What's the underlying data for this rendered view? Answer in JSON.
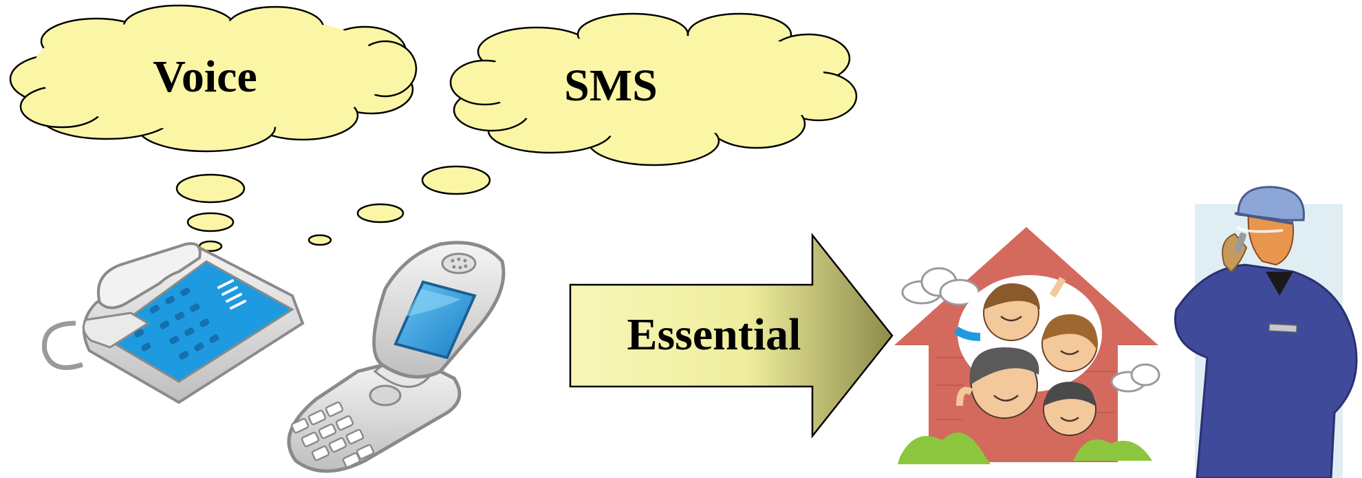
{
  "bubbles": {
    "voice": "Voice",
    "sms": "SMS"
  },
  "arrow": {
    "label": "Essential"
  },
  "icons": [
    "desk-phone-icon",
    "flip-phone-icon",
    "family-house-icon",
    "worker-phone-icon"
  ],
  "colors": {
    "cloud_fill": "#FAF6A5",
    "arrow_fill": "#F0EFA0",
    "phone_blue": "#1E9BE0",
    "house_red": "#D46A5E",
    "worker_suit": "#3F4A9A"
  }
}
